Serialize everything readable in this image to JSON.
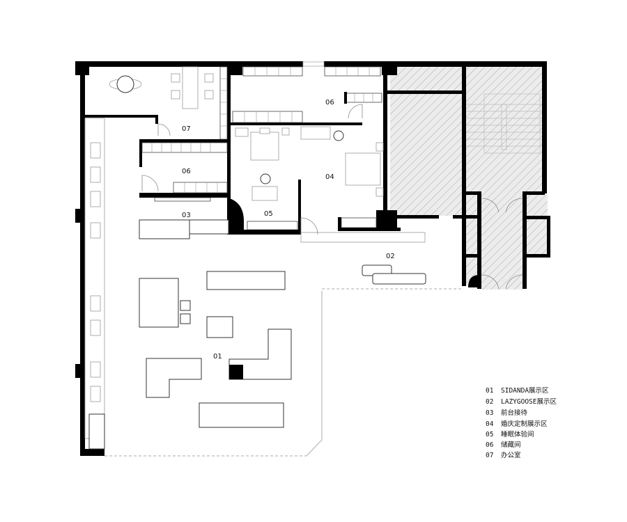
{
  "rooms": {
    "r07": "07",
    "r06a": "06",
    "r03": "03",
    "r05": "05",
    "r04": "04",
    "r06b": "06",
    "r02": "02",
    "r01": "01"
  },
  "legend": [
    {
      "num": "01",
      "text": "SIDANDA展示区"
    },
    {
      "num": "02",
      "text": "LAZYGOOSE展示区"
    },
    {
      "num": "03",
      "text": "前台接待"
    },
    {
      "num": "04",
      "text": "婚庆定制展示区"
    },
    {
      "num": "05",
      "text": "睡眠体验间"
    },
    {
      "num": "06",
      "text": "储藏间"
    },
    {
      "num": "07",
      "text": "办公室"
    }
  ],
  "colors": {
    "wall": "#000000",
    "hatch": "#e8e8e8",
    "line": "#333333"
  }
}
